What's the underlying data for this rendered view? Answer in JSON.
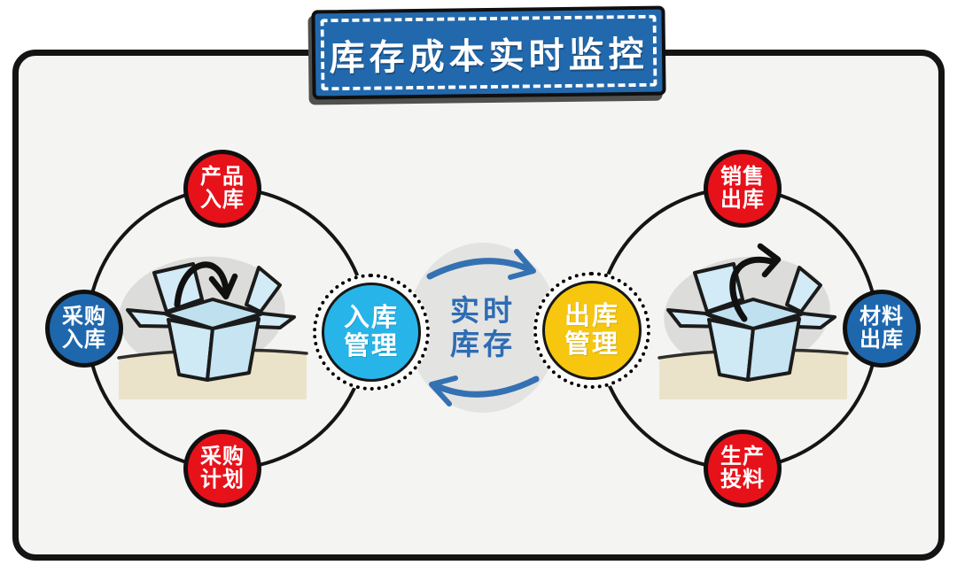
{
  "banner": {
    "title": "库存成本实时监控"
  },
  "center_hub": {
    "line1": "实时",
    "line2": "库存"
  },
  "inbound_cycle": {
    "hub": {
      "line1": "入库",
      "line2": "管理"
    },
    "nodes": [
      {
        "id": "product-inbound",
        "line1": "产品",
        "line2": "入库"
      },
      {
        "id": "purchase-inbound",
        "line1": "采购",
        "line2": "入库"
      },
      {
        "id": "purchase-plan",
        "line1": "采购",
        "line2": "计划"
      }
    ]
  },
  "outbound_cycle": {
    "hub": {
      "line1": "出库",
      "line2": "管理"
    },
    "nodes": [
      {
        "id": "sales-outbound",
        "line1": "销售",
        "line2": "出库"
      },
      {
        "id": "material-outbound",
        "line1": "材料",
        "line2": "出库"
      },
      {
        "id": "production-issue",
        "line1": "生产",
        "line2": "投料"
      }
    ]
  },
  "icons": {
    "left_box": "open-box-arrow-in-icon",
    "right_box": "open-box-arrow-out-icon",
    "center": "cycle-arrows-icon"
  },
  "colors": {
    "banner_blue": "#2268ac",
    "node_red": "#e7111a",
    "node_blue": "#1e67ad",
    "hub_cyan": "#27b5e9",
    "hub_yellow": "#f7c60e",
    "center_text_blue": "#2d6cb4",
    "arrow_blue": "#3471b2",
    "outline_ink": "#151515"
  }
}
